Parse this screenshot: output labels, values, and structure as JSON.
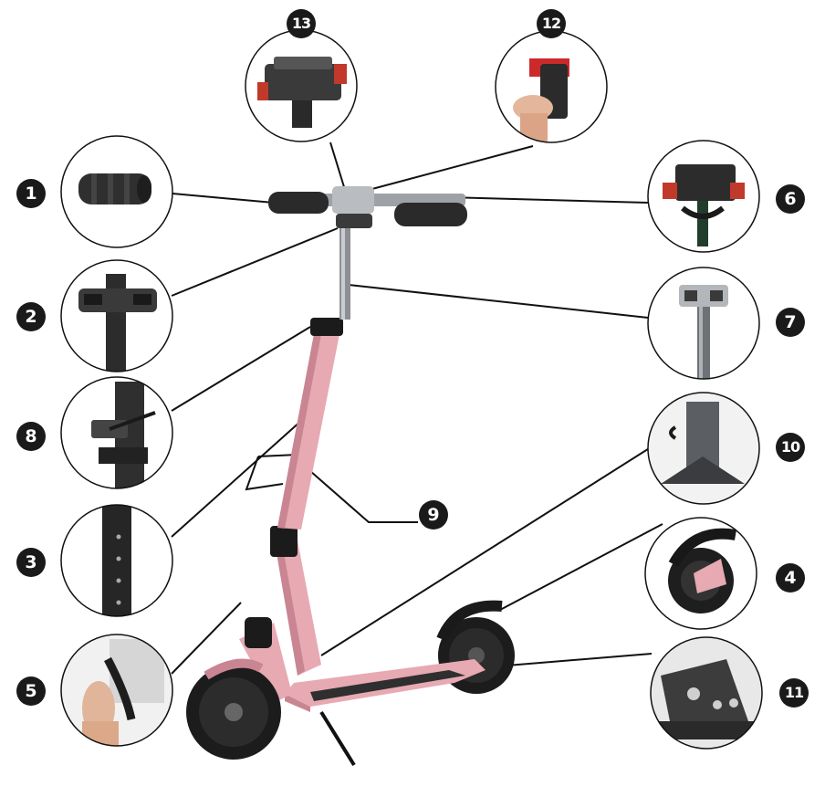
{
  "callouts": [
    {
      "id": "1",
      "text": "1",
      "view": "hand-grip"
    },
    {
      "id": "2",
      "text": "2",
      "view": "handlebar-clamp"
    },
    {
      "id": "3",
      "text": "3",
      "view": "stem-height-holes"
    },
    {
      "id": "4",
      "text": "4",
      "view": "rear-fender-brake"
    },
    {
      "id": "5",
      "text": "5",
      "view": "folding-lever"
    },
    {
      "id": "6",
      "text": "6",
      "view": "handlebar-fold-mechanism"
    },
    {
      "id": "7",
      "text": "7",
      "view": "stem-tube"
    },
    {
      "id": "8",
      "text": "8",
      "view": "stem-quick-release"
    },
    {
      "id": "9",
      "text": "9",
      "view": "frame-tubes"
    },
    {
      "id": "10",
      "text": "10",
      "view": "folding-hook"
    },
    {
      "id": "11",
      "text": "11",
      "view": "deck-rear-mount"
    },
    {
      "id": "12",
      "text": "12",
      "view": "fold-release-button"
    },
    {
      "id": "13",
      "text": "13",
      "view": "top-clamp"
    }
  ],
  "colors": {
    "frame": "#e7a9b2",
    "frame_shade": "#c98592",
    "tire": "#1c1c1c",
    "grip": "#2a2a2a",
    "metal": "#b9bcc0",
    "badge": "#1a1a1a",
    "line": "#111111"
  }
}
